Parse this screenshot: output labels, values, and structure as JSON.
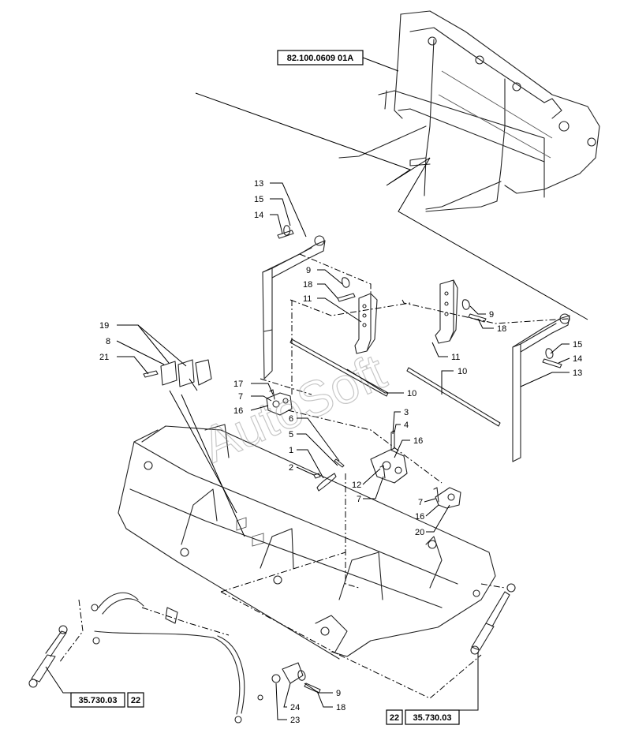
{
  "references": {
    "top": "82.100.0609 01A",
    "bottom_left_code": "35.730.03",
    "bottom_left_page": "22",
    "bottom_right_page": "22",
    "bottom_right_code": "35.730.03"
  },
  "watermark": "AutoSoft",
  "callouts": {
    "c13a": "13",
    "c15a": "15",
    "c14a": "14",
    "c9a": "9",
    "c18a": "18",
    "c11a": "11",
    "c19": "19",
    "c8": "8",
    "c21": "21",
    "c17": "17",
    "c7a": "7",
    "c16a": "16",
    "c10a": "10",
    "c10b": "10",
    "c11b": "11",
    "c9b": "9",
    "c18b": "18",
    "c15b": "15",
    "c14b": "14",
    "c13b": "13",
    "c6": "6",
    "c5": "5",
    "c1": "1",
    "c2": "2",
    "c3": "3",
    "c4": "4",
    "c16b": "16",
    "c12": "12",
    "c7b": "7",
    "c7c": "7",
    "c16c": "16",
    "c20": "20",
    "c9c": "9",
    "c18c": "18",
    "c24": "24",
    "c23": "23"
  }
}
